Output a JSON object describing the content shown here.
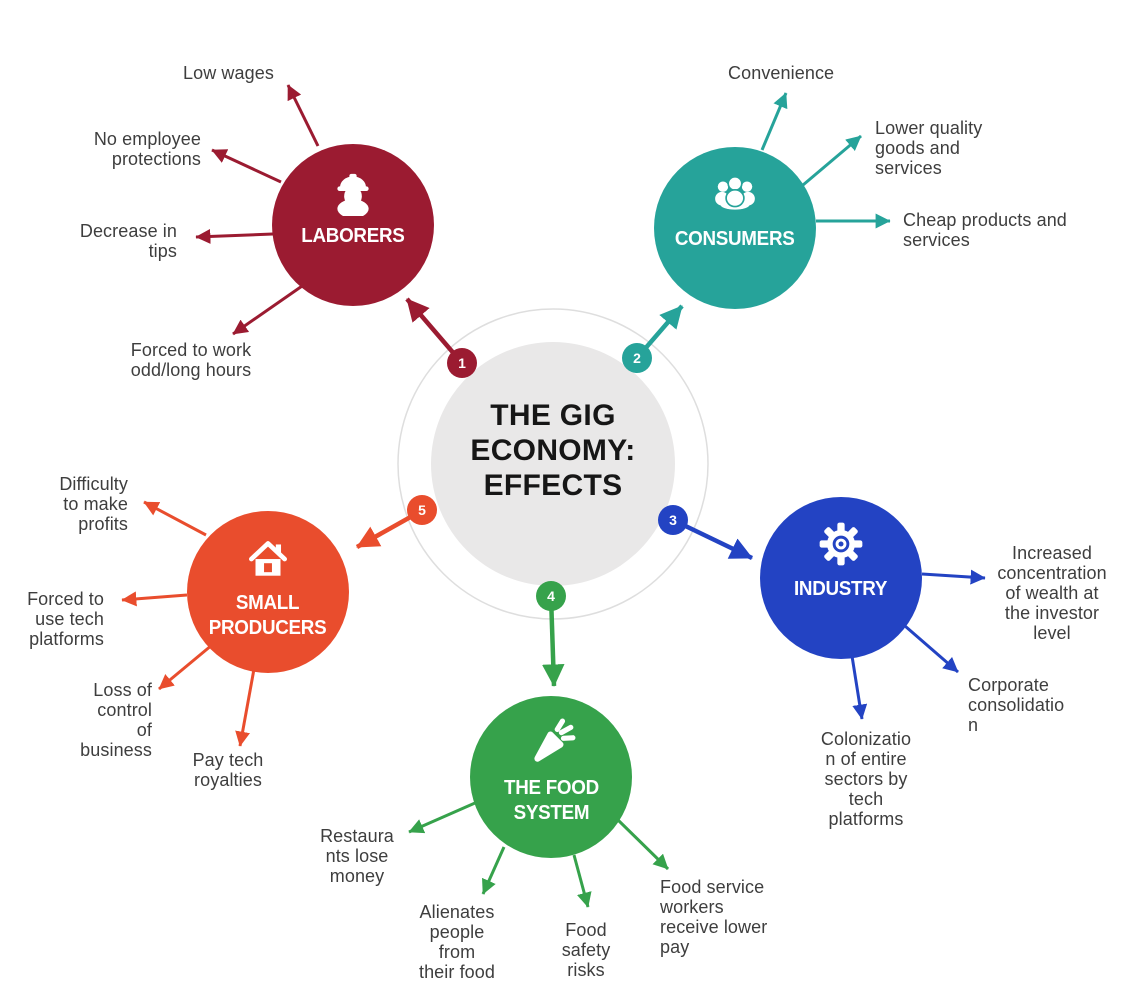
{
  "title": "THE GIG\nECONOMY:\nEFFECTS",
  "colors": {
    "laborers": "#9B1B31",
    "consumers": "#26A39A",
    "industry": "#2343C3",
    "food_system": "#36A24B",
    "small_producers": "#E94D2D",
    "center_fill": "#E9E8E8",
    "ring_stroke": "#DEDEDE",
    "label_text": "#3E3E3E"
  },
  "categories": [
    {
      "number": "1",
      "label": "LABORERS",
      "icon": "worker-icon",
      "color": "#9B1B31",
      "effects": [
        "Low wages",
        "No employee\nprotections",
        "Decrease in\ntips",
        "Forced to work\nodd/long hours"
      ]
    },
    {
      "number": "2",
      "label": "CONSUMERS",
      "icon": "people-group-icon",
      "color": "#26A39A",
      "effects": [
        "Convenience",
        "Lower quality\ngoods and\nservices",
        "Cheap products and\nservices"
      ]
    },
    {
      "number": "3",
      "label": "INDUSTRY",
      "icon": "gear-icon",
      "color": "#2343C3",
      "effects": [
        "Increased\nconcentration\nof wealth at\nthe investor\nlevel",
        "Corporate\nconsolidatio\nn",
        "Colonizatio\nn of entire\nsectors by\ntech\nplatforms"
      ]
    },
    {
      "number": "4",
      "label": "THE FOOD\nSYSTEM",
      "icon": "carrot-icon",
      "color": "#36A24B",
      "effects": [
        "Restaura\nnts lose\nmoney",
        "Alienates\npeople\nfrom\ntheir food",
        "Food\nsafety\nrisks",
        "Food service\nworkers\nreceive lower\npay"
      ]
    },
    {
      "number": "5",
      "label": "SMALL\nPRODUCERS",
      "icon": "house-icon",
      "color": "#E94D2D",
      "effects": [
        "Difficulty\nto make\nprofits",
        "Forced to\nuse tech\nplatforms",
        "Loss of\ncontrol\nof\nbusiness",
        "Pay tech\nroyalties"
      ]
    }
  ]
}
